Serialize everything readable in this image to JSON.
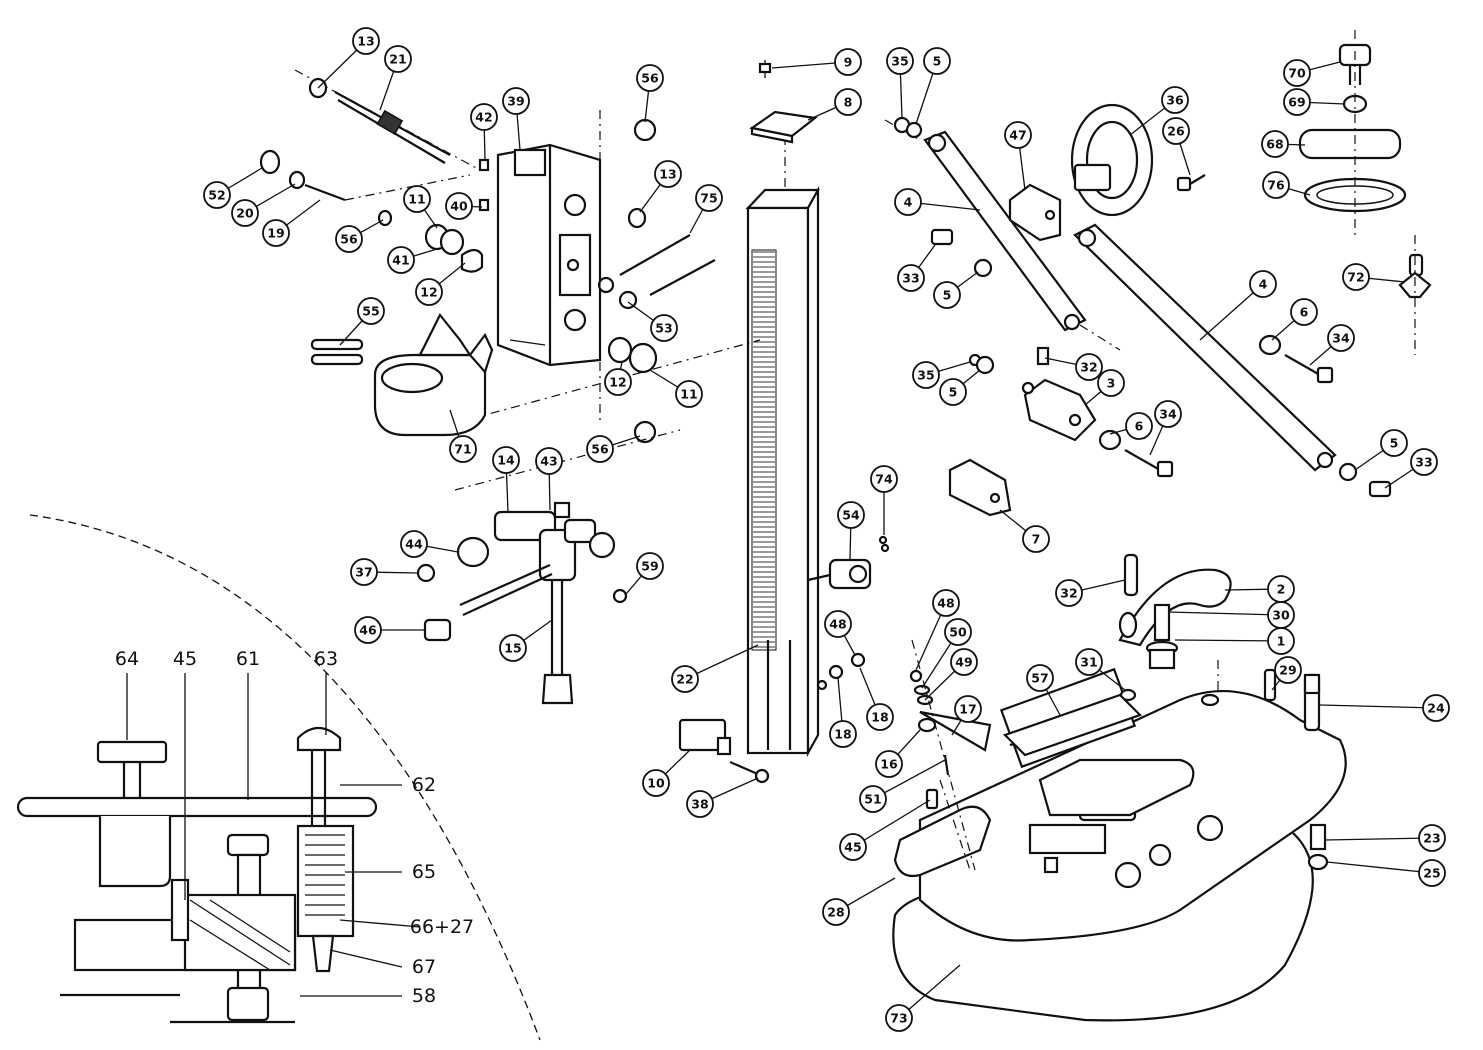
{
  "callouts": [
    {
      "id": "c13a",
      "label": "13"
    },
    {
      "id": "c21",
      "label": "21"
    },
    {
      "id": "c39",
      "label": "39"
    },
    {
      "id": "c42",
      "label": "42"
    },
    {
      "id": "c56a",
      "label": "56"
    },
    {
      "id": "c52",
      "label": "52"
    },
    {
      "id": "c20",
      "label": "20"
    },
    {
      "id": "c19",
      "label": "19"
    },
    {
      "id": "c56b",
      "label": "56"
    },
    {
      "id": "c11a",
      "label": "11"
    },
    {
      "id": "c40",
      "label": "40"
    },
    {
      "id": "c13b",
      "label": "13"
    },
    {
      "id": "c75",
      "label": "75"
    },
    {
      "id": "c41",
      "label": "41"
    },
    {
      "id": "c12a",
      "label": "12"
    },
    {
      "id": "c53",
      "label": "53"
    },
    {
      "id": "c55",
      "label": "55"
    },
    {
      "id": "c12b",
      "label": "12"
    },
    {
      "id": "c11b",
      "label": "11"
    },
    {
      "id": "c71",
      "label": "71"
    },
    {
      "id": "c56c",
      "label": "56"
    },
    {
      "id": "c14",
      "label": "14"
    },
    {
      "id": "c43",
      "label": "43"
    },
    {
      "id": "c44",
      "label": "44"
    },
    {
      "id": "c37",
      "label": "37"
    },
    {
      "id": "c59",
      "label": "59"
    },
    {
      "id": "c46",
      "label": "46"
    },
    {
      "id": "c15",
      "label": "15"
    },
    {
      "id": "c9",
      "label": "9"
    },
    {
      "id": "c8",
      "label": "8"
    },
    {
      "id": "c22",
      "label": "22"
    },
    {
      "id": "c74",
      "label": "74"
    },
    {
      "id": "c54",
      "label": "54"
    },
    {
      "id": "c48a",
      "label": "48"
    },
    {
      "id": "c18a",
      "label": "18"
    },
    {
      "id": "c18b",
      "label": "18"
    },
    {
      "id": "c10",
      "label": "10"
    },
    {
      "id": "c38",
      "label": "38"
    },
    {
      "id": "c35a",
      "label": "35"
    },
    {
      "id": "c5a",
      "label": "5"
    },
    {
      "id": "c47",
      "label": "47"
    },
    {
      "id": "c36",
      "label": "36"
    },
    {
      "id": "c26",
      "label": "26"
    },
    {
      "id": "c4a",
      "label": "4"
    },
    {
      "id": "c33a",
      "label": "33"
    },
    {
      "id": "c5b",
      "label": "5"
    },
    {
      "id": "c4b",
      "label": "4"
    },
    {
      "id": "c32a",
      "label": "32"
    },
    {
      "id": "c35b",
      "label": "35"
    },
    {
      "id": "c5c",
      "label": "5"
    },
    {
      "id": "c3",
      "label": "3"
    },
    {
      "id": "c6a",
      "label": "6"
    },
    {
      "id": "c34a",
      "label": "34"
    },
    {
      "id": "c6b",
      "label": "6"
    },
    {
      "id": "c34b",
      "label": "34"
    },
    {
      "id": "c5d",
      "label": "5"
    },
    {
      "id": "c33b",
      "label": "33"
    },
    {
      "id": "c7",
      "label": "7"
    },
    {
      "id": "c70",
      "label": "70"
    },
    {
      "id": "c69",
      "label": "69"
    },
    {
      "id": "c68",
      "label": "68"
    },
    {
      "id": "c76",
      "label": "76"
    },
    {
      "id": "c72",
      "label": "72"
    },
    {
      "id": "c32b",
      "label": "32"
    },
    {
      "id": "c2",
      "label": "2"
    },
    {
      "id": "c30",
      "label": "30"
    },
    {
      "id": "c1",
      "label": "1"
    },
    {
      "id": "c31",
      "label": "31"
    },
    {
      "id": "c57",
      "label": "57"
    },
    {
      "id": "c29",
      "label": "29"
    },
    {
      "id": "c24",
      "label": "24"
    },
    {
      "id": "c48b",
      "label": "48"
    },
    {
      "id": "c50",
      "label": "50"
    },
    {
      "id": "c49",
      "label": "49"
    },
    {
      "id": "c17",
      "label": "17"
    },
    {
      "id": "c16",
      "label": "16"
    },
    {
      "id": "c51",
      "label": "51"
    },
    {
      "id": "c45",
      "label": "45"
    },
    {
      "id": "c28",
      "label": "28"
    },
    {
      "id": "c23",
      "label": "23"
    },
    {
      "id": "c25",
      "label": "25"
    },
    {
      "id": "c73",
      "label": "73"
    }
  ],
  "detail_labels": [
    {
      "id": "d64",
      "label": "64"
    },
    {
      "id": "d45",
      "label": "45"
    },
    {
      "id": "d61",
      "label": "61"
    },
    {
      "id": "d63",
      "label": "63"
    },
    {
      "id": "d62",
      "label": "62"
    },
    {
      "id": "d65",
      "label": "65"
    },
    {
      "id": "d66",
      "label": "66+27"
    },
    {
      "id": "d67",
      "label": "67"
    },
    {
      "id": "d58",
      "label": "58"
    }
  ]
}
